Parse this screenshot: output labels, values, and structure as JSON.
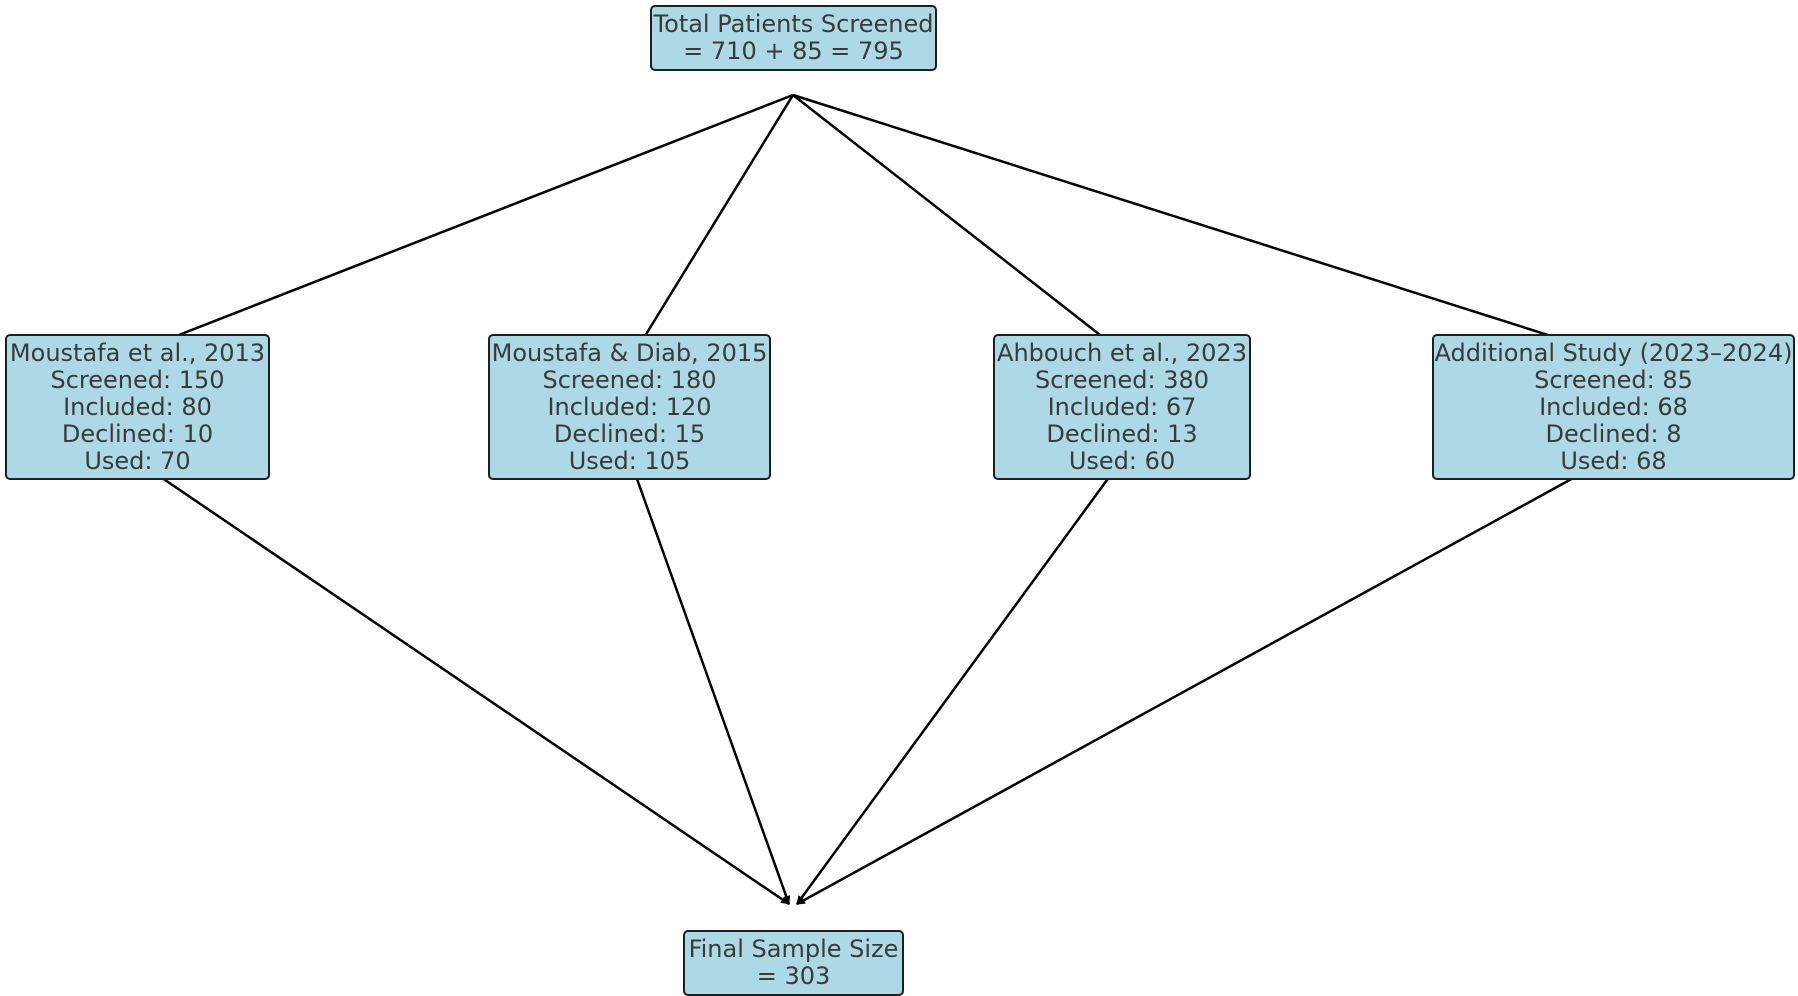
{
  "top": {
    "line1": "Total Patients Screened",
    "line2": "= 710 + 85 = 795"
  },
  "studies": [
    {
      "title": "Moustafa et al., 2013",
      "screened": "Screened: 150",
      "included": "Included: 80",
      "declined": "Declined: 10",
      "used": "Used: 70"
    },
    {
      "title": "Moustafa & Diab, 2015",
      "screened": "Screened: 180",
      "included": "Included: 120",
      "declined": "Declined: 15",
      "used": "Used: 105"
    },
    {
      "title": "Ahbouch et al., 2023",
      "screened": "Screened: 380",
      "included": "Included: 67",
      "declined": "Declined: 13",
      "used": "Used: 60"
    },
    {
      "title": "Additional Study (2023–2024)",
      "screened": "Screened: 85",
      "included": "Included: 68",
      "declined": "Declined: 8",
      "used": "Used: 68"
    }
  ],
  "final": {
    "line1": "Final Sample Size",
    "line2": "= 303"
  },
  "colors": {
    "box_fill": "#add8e6",
    "box_border": "#1f1f1f",
    "text": "#3a3a3a",
    "arrow": "#000000"
  }
}
